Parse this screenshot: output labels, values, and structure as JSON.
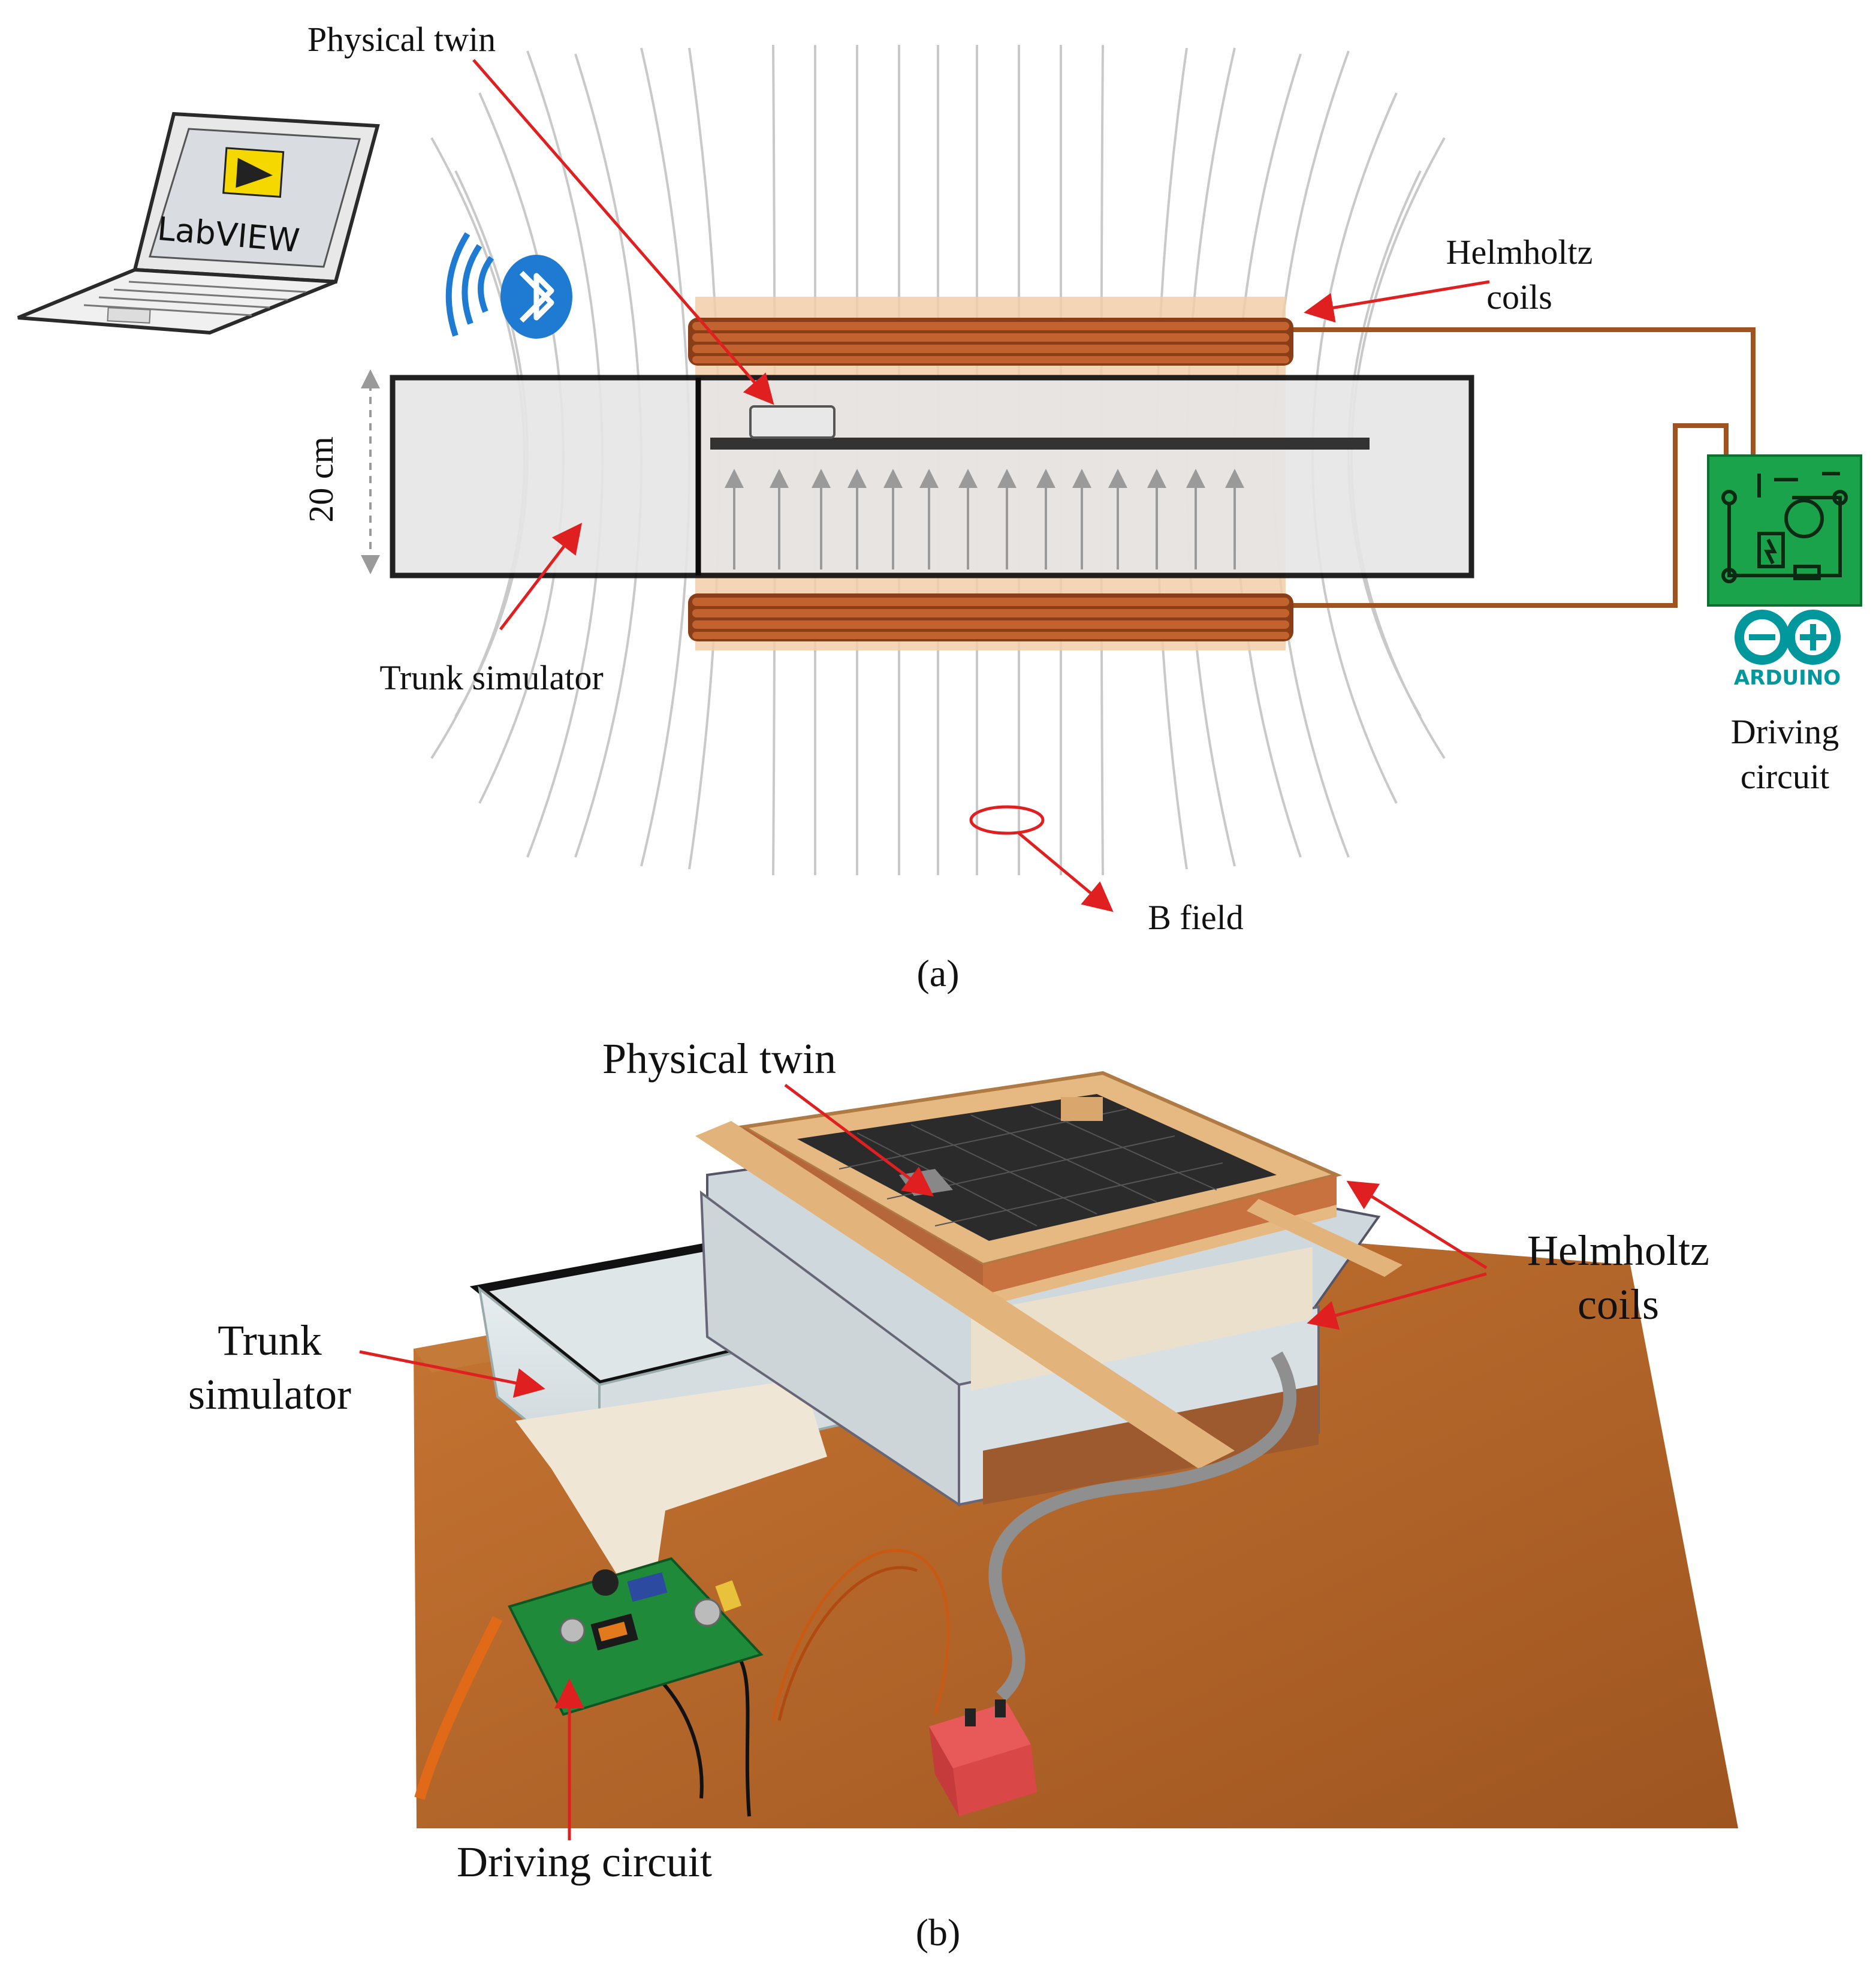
{
  "panel_a": {
    "labels": {
      "physical_twin": "Physical twin",
      "helmholtz_line1": "Helmholtz",
      "helmholtz_line2": "coils",
      "dimension": "20 cm",
      "trunk_simulator": "Trunk simulator",
      "driving_line1": "Driving",
      "driving_line2": "circuit",
      "b_field": "B field",
      "laptop_screen": "LabVIEW",
      "arduino_logo": "ARDUINO"
    },
    "caption": "(a)"
  },
  "panel_b": {
    "labels": {
      "physical_twin": "Physical twin",
      "trunk_line1": "Trunk",
      "trunk_line2": "simulator",
      "helmholtz_line1": "Helmholtz",
      "helmholtz_line2": "coils",
      "driving_circuit": "Driving circuit"
    },
    "caption": "(b)"
  },
  "colors": {
    "annotation_arrow": "#e02020",
    "coil_copper": "#b35a2a",
    "coil_frame": "#f2cfaa",
    "wire": "#a0531f",
    "circuit_green": "#1aa34a",
    "arduino_teal": "#00979d",
    "bluetooth": "#1f7bd1",
    "table_wood": "#b86a2c"
  }
}
